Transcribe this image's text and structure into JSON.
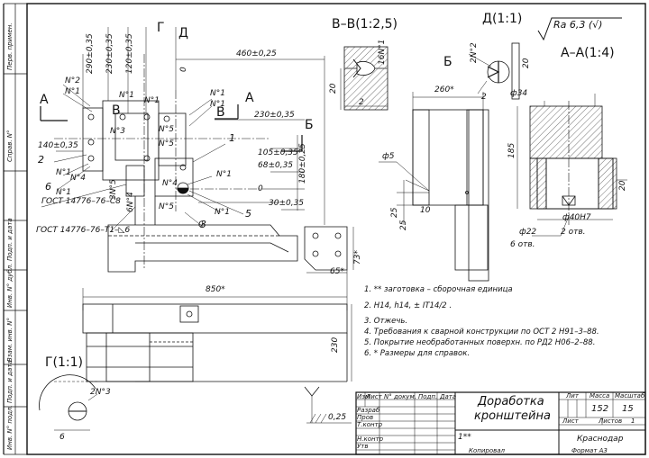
{
  "views": {
    "section_bb": "В–В(1:2,5)",
    "view_d": "Д(1:1)",
    "section_aa": "А–А(1:4)",
    "view_b": "Б",
    "view_g": "Г(1:1)",
    "roughness": "Ra 6,3 (√)"
  },
  "letters": {
    "A_left": "А",
    "A_right": "А",
    "B1": "В",
    "B2": "В",
    "G": "Г",
    "D": "Д",
    "B_arrow": "Б"
  },
  "dims": {
    "d290": "290±0,35",
    "d230": "230±0,35",
    "d120": "120±0,35",
    "d460": "460±0,25",
    "d230h": "230±0,35",
    "d105": "105±0,35",
    "d68": "68±0,35",
    "d180": "180±0,25",
    "d140": "140±0,35",
    "d30": "30±0,35",
    "d0a": "0",
    "d0b": "0",
    "d0c": "0",
    "d850": "850*",
    "d260": "260*",
    "d65": "65*",
    "d73": "73*",
    "d230v": "230",
    "d025": "0,25",
    "d20": "20",
    "d2": "2",
    "d16": "16N°1",
    "d2n2": "2N°2",
    "d34": "ф34",
    "d185": "185",
    "d40": "ф40H7",
    "d22": "ф22",
    "d5": "ф5",
    "d25a": "25",
    "d25b": "25",
    "d10": "10",
    "d20b": "20",
    "d2otv": "2 отв.",
    "d6otv": "6 отв.",
    "d2n3": "2N°3",
    "d6": "6",
    "d20c": "20",
    "d3n5": "3N°5",
    "d6n4": "6N°4"
  },
  "markers": {
    "n1": "N°1",
    "n2": "N°2",
    "n3": "N°3",
    "n4": "N°4",
    "n5": "N°5",
    "p1": "1",
    "p2": "2",
    "p3": "3",
    "p5": "5",
    "p6": "6"
  },
  "gost1": "ГОСТ 14776–76–С8",
  "gost2": "ГОСТ 14776–76–Т1–◺6",
  "notes": [
    "1. ** заготовка – сборочная единица",
    "2. H14, h14, ± IT14/2 .",
    "3. Отжечь.",
    "4. Требования к сварной конструкции по ОСТ 2 Н91–3–88.",
    "5. Покрытие необработанных поверхн. по РД2 Н06–2–88.",
    "6. * Размеры для справок."
  ],
  "title_block": {
    "title_line1": "Доработка",
    "title_line2": "кронштейна",
    "h_izm": "Изм",
    "h_list": "Лист",
    "h_doc": "N° докум.",
    "h_podp": "Подп.",
    "h_data": "Дата",
    "r_razrab": "Разраб",
    "r_prov": "Пров",
    "r_tkontr": "Т.контр",
    "r_nkontr": "Н.контр",
    "r_utv": "Утв",
    "h_lit": "Лит",
    "h_mass": "Масса",
    "h_scale": "Масштаб",
    "mass": "152",
    "scale": "15",
    "sheet_lbl": "Лист",
    "sheets_lbl": "Листов",
    "sheets": "1",
    "material": "1**",
    "org": "Краснодар",
    "copied": "Копировал",
    "format": "Формат   А3"
  },
  "side_columns": [
    "Перв. примен.",
    "Справ. N°",
    "Подп. и дата",
    "Инв. N° дубл.",
    "Взам. инв. N°",
    "Подп. и дата",
    "Инв. N° подл."
  ]
}
